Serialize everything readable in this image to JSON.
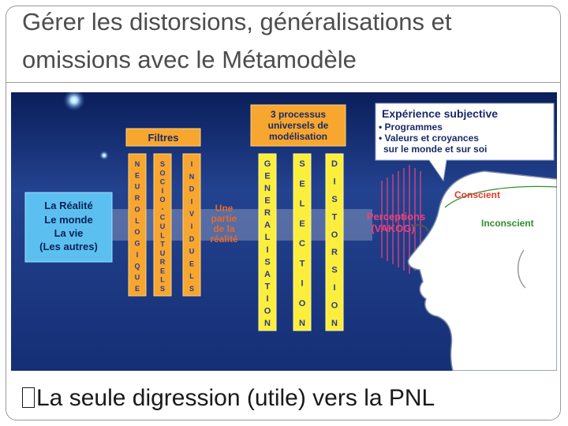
{
  "slide": {
    "title_line1": "Gérer les distorsions, généralisations et",
    "title_line2": "omissions avec le Métamodèle",
    "bullet": "La seule digression (utile) vers la PNL"
  },
  "diagram": {
    "realite": [
      "La Réalité",
      "Le monde",
      "La vie",
      "(Les autres)"
    ],
    "filtres_title": "Filtres",
    "filter_cols": [
      "NEUROLOGIQUE",
      "SOCIO-CULTURELS",
      "INDIVIDUELS"
    ],
    "partie": [
      "Une",
      "partie",
      "de la",
      "réalité"
    ],
    "processus_title": [
      "3 processus",
      "universels de",
      "modélisation"
    ],
    "process_cols": [
      "GENERALISATION",
      "SELECTION",
      "DISTORSION"
    ],
    "experience": {
      "title": "Expérience subjective",
      "lines": [
        "• Programmes",
        "• Valeurs et croyances",
        "sur le monde et sur soi"
      ]
    },
    "perceptions": [
      "Perceptions",
      "(VAKOG)"
    ],
    "conscient": "Conscient",
    "inconscient": "Inconscient"
  },
  "colors": {
    "background_blue": "#1f3c88",
    "orange": "#f7a630",
    "yellow": "#fcee3c",
    "light_blue": "#5bc0f0",
    "red": "#e23a2a",
    "green": "#2f8f2f"
  }
}
